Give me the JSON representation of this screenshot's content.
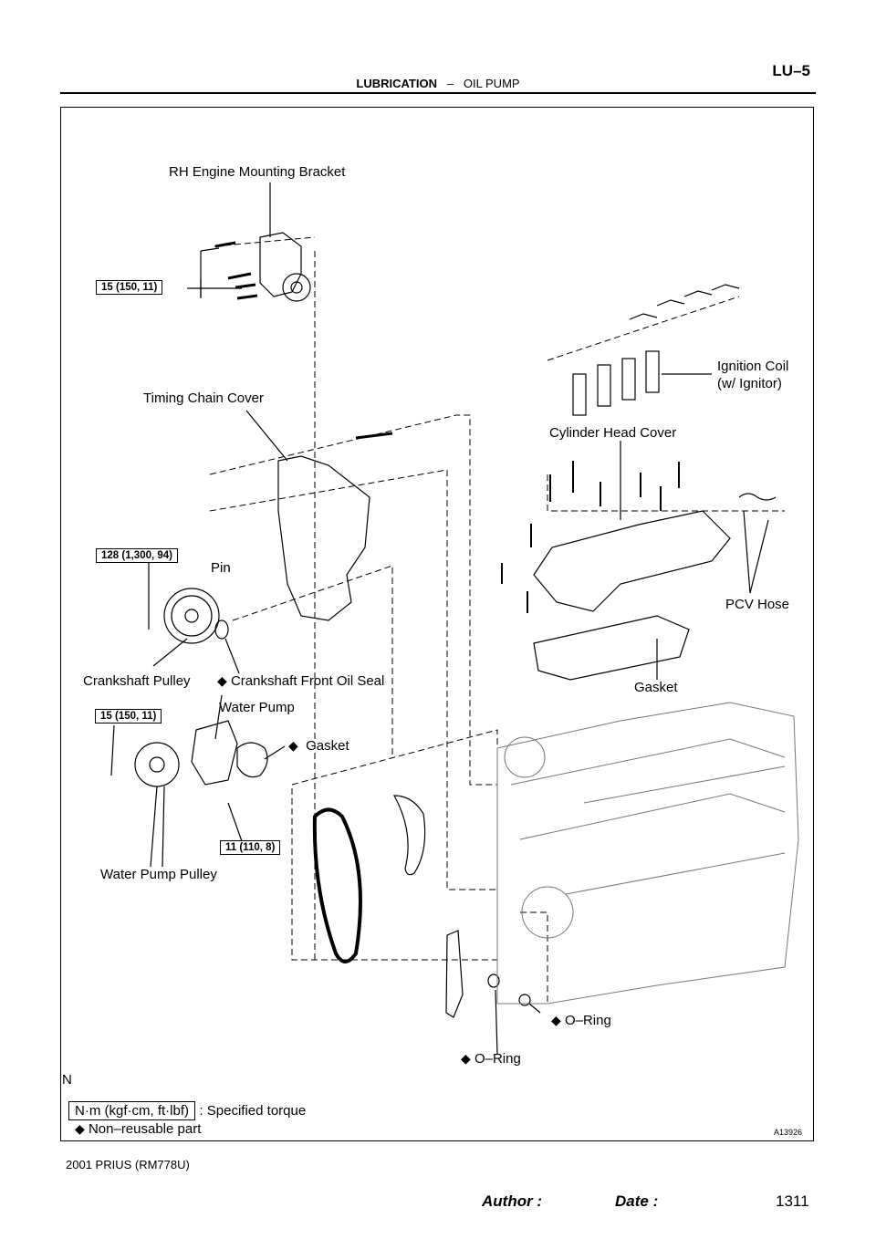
{
  "header": {
    "section": "LUBRICATION",
    "dash": "–",
    "subsection": "OIL PUMP",
    "page_code": "LU–5"
  },
  "labels": {
    "rh_bracket": "RH Engine Mounting Bracket",
    "ignition_coil_1": "Ignition Coil",
    "ignition_coil_2": "(w/ Ignitor)",
    "timing_chain_cover": "Timing Chain Cover",
    "cylinder_head_cover": "Cylinder Head Cover",
    "pin": "Pin",
    "pcv_hose": "PCV Hose",
    "crankshaft_pulley": "Crankshaft Pulley",
    "crankshaft_oil_seal": "Crankshaft Front Oil Seal",
    "gasket_head": "Gasket",
    "water_pump": "Water Pump",
    "gasket_pump": "Gasket",
    "water_pump_pulley": "Water Pump Pulley",
    "o_ring_1": "O–Ring",
    "o_ring_2": "O–Ring",
    "n_mark": "N"
  },
  "torques": {
    "t1": "15 (150, 11)",
    "t2": "128 (1,300, 94)",
    "t3": "15 (150, 11)",
    "t4": "11 (110, 8)"
  },
  "legend": {
    "unit_box": "N·m (kgf·cm, ft·lbf)",
    "specified": ": Specified torque",
    "nonreusable": "Non–reusable part",
    "diamond": "◆"
  },
  "figure_id": "A13926",
  "footer": {
    "model": "2001 PRIUS   (RM778U)",
    "author": "Author :",
    "date": "Date :",
    "page": "1311"
  }
}
